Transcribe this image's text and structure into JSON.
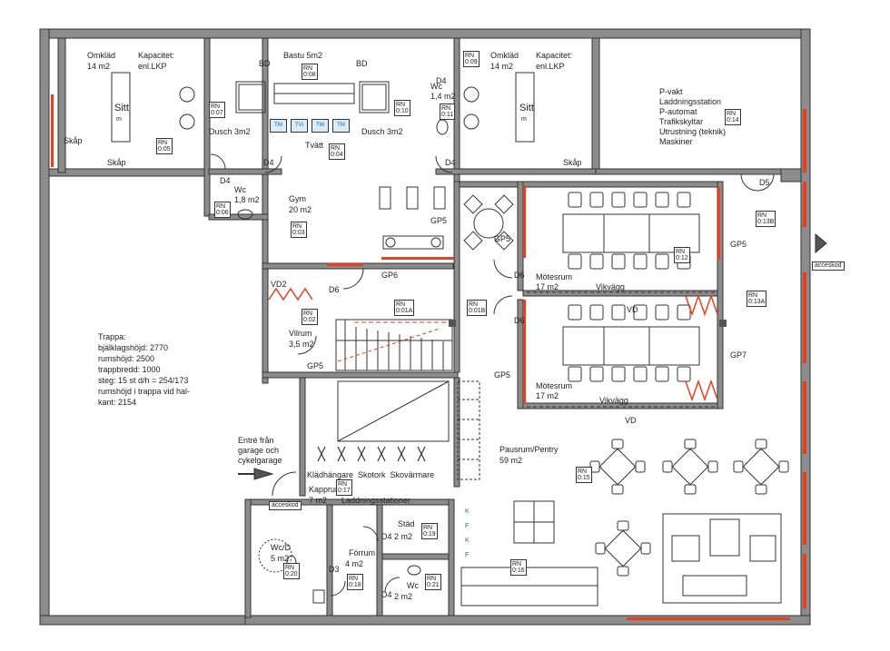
{
  "rooms": {
    "omklad_left": {
      "name": "Omkläd",
      "area": "14 m2",
      "cap_label": "Kapacitet:",
      "cap_value": "enl.LKP"
    },
    "omklad_right": {
      "name": "Omkläd",
      "area": "14 m2",
      "cap_label": "Kapacitet:",
      "cap_value": "enl.LKP"
    },
    "bastu": "Bastu 5m2",
    "bd": "BD",
    "sitt": "Sitt",
    "sitt_sub": "m",
    "skap": "Skåp",
    "dusch": "Dusch 3m2",
    "tvatt": "Tvätt",
    "wc_top": {
      "name": "Wc",
      "area": "1,4 m2"
    },
    "wc_left": {
      "name": "Wc",
      "area": "1,8 m2"
    },
    "gym": {
      "name": "Gym",
      "area": "20 m2"
    },
    "vilrum": {
      "name": "Vilrum",
      "area": "3,5 m2"
    },
    "motesrum": {
      "name": "Mötesrum",
      "area": "17 m2"
    },
    "vikvagg": "Vikvägg",
    "vd": "VD",
    "pausrum": {
      "name": "Pausrum/Pentry",
      "area": "59 m2"
    },
    "kapprum": {
      "name": "Kapprum",
      "area": "7 m2"
    },
    "laddning": "Laddningsstationer",
    "kladhangare": "Klädhängare  Skotork  Skovärmare",
    "stad": {
      "name": "Städ",
      "area": "2 m2"
    },
    "forrum": {
      "name": "Förrum",
      "area": "4 m2"
    },
    "wcd": {
      "name": "Wc/D",
      "area": "5 m2"
    },
    "wc_bottom": {
      "name": "Wc",
      "area": "2 m2"
    },
    "pvakt": [
      "P-vakt",
      "Laddningsstation",
      "P-automat",
      "Trafikskyltar",
      "Utrustning (teknik)",
      "Maskiner"
    ],
    "entre": [
      "Entré från",
      "garage och",
      "cykelgarage"
    ],
    "trappa": [
      "Trappa:",
      "bjälklagshöjd: 2770",
      "rumshöjd: 2500",
      "trappbredd: 1000",
      "steg: 15 st d/h = 254/173",
      "rumshöjd i trappa vid hal-",
      "kant: 2154"
    ]
  },
  "doors": {
    "d4": "D4",
    "d6": "D6",
    "d5": "D5",
    "d3": "D3",
    "vd2": "VD2",
    "gp5": "GP5",
    "gp6": "GP6",
    "gp7": "GP7"
  },
  "rn": {
    "r07": [
      "RN",
      "0:07"
    ],
    "r05": [
      "RN",
      "0:05"
    ],
    "r08": [
      "RN",
      "0:08"
    ],
    "r10": [
      "RN",
      "0:10"
    ],
    "r09": [
      "RN",
      "0:09"
    ],
    "r11": [
      "RN",
      "0:11"
    ],
    "r04": [
      "RN",
      "0:04"
    ],
    "r14": [
      "RN",
      "0:14"
    ],
    "r06": [
      "RN",
      "0:06"
    ],
    "r03": [
      "RN",
      "0:03"
    ],
    "r13b": [
      "RN",
      "0:13B"
    ],
    "r12": [
      "RN",
      "0:12"
    ],
    "r13a": [
      "RN",
      "0:13A"
    ],
    "r02": [
      "RN",
      "0:02"
    ],
    "r01a": [
      "RN",
      "0:01A"
    ],
    "r01b": [
      "RN",
      "0:01B"
    ],
    "r15": [
      "RN",
      "0:15"
    ],
    "r17": [
      "RN",
      "0:17"
    ],
    "r19": [
      "RN",
      "0:19"
    ],
    "r16": [
      "RN",
      "0:16"
    ],
    "r20": [
      "RN",
      "0:20"
    ],
    "r18": [
      "RN",
      "0:18"
    ],
    "r21": [
      "RN",
      "0:21"
    ]
  },
  "tm": "TM",
  "tvi": "TVi",
  "acceskod": "acceskod",
  "kf": [
    "K",
    "F",
    "K",
    "F"
  ],
  "colors": {
    "wall": "#8c8c8c",
    "wall_edge": "#333333",
    "accent": "#e8401c",
    "blue": "#1c5fa0",
    "tm_fill": "#d8ecf6"
  }
}
